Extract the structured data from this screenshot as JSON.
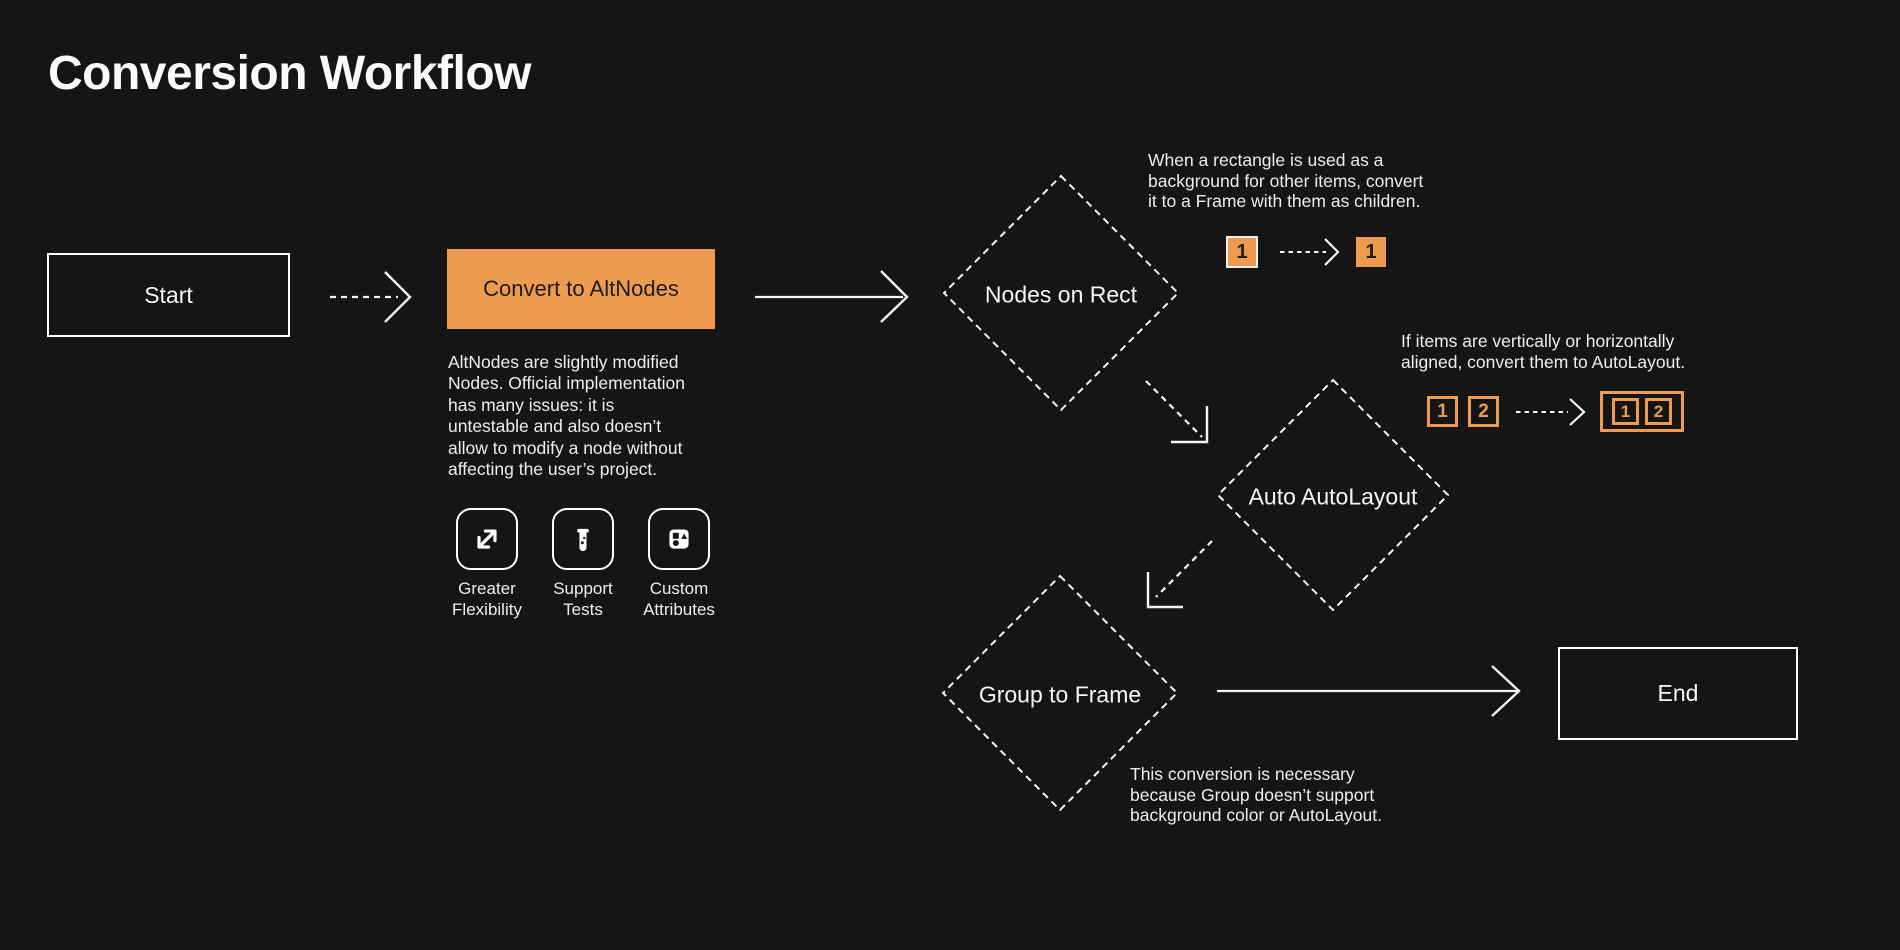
{
  "title": "Conversion Workflow",
  "accent_color": "#EF9B4F",
  "background_color": "#151515",
  "nodes": {
    "start": {
      "label": "Start",
      "type": "terminator"
    },
    "convert": {
      "label": "Convert to AltNodes",
      "type": "process"
    },
    "nodes_on_rect": {
      "label": "Nodes on Rect",
      "type": "decision"
    },
    "auto_autolayout": {
      "label": "Auto AutoLayout",
      "type": "decision"
    },
    "group_to_frame": {
      "label": "Group to Frame",
      "type": "decision"
    },
    "end": {
      "label": "End",
      "type": "terminator"
    }
  },
  "notes": {
    "altnodes": "AltNodes are slightly modified\nNodes. Official implementation\nhas many issues: it is\nuntestable and also doesn’t\nallow to modify a node without\naffecting the user’s project.",
    "nodes_on_rect": "When a rectangle is used as a\nbackground for other items, convert\nit to a Frame with them as children.",
    "auto_autolayout": "If items are vertically or horizontally\naligned, convert them to AutoLayout.",
    "group_to_frame": "This conversion is necessary\nbecause Group doesn’t support\nbackground color or AutoLayout."
  },
  "features": [
    {
      "icon": "expand-icon",
      "label": "Greater\nFlexibility"
    },
    {
      "icon": "test-tube-icon",
      "label": "Support\nTests"
    },
    {
      "icon": "shapes-icon",
      "label": "Custom\nAttributes"
    }
  ],
  "badges": {
    "rect_before": "1",
    "rect_after": "1",
    "align_before": [
      "1",
      "2"
    ],
    "align_after": [
      "1",
      "2"
    ]
  }
}
